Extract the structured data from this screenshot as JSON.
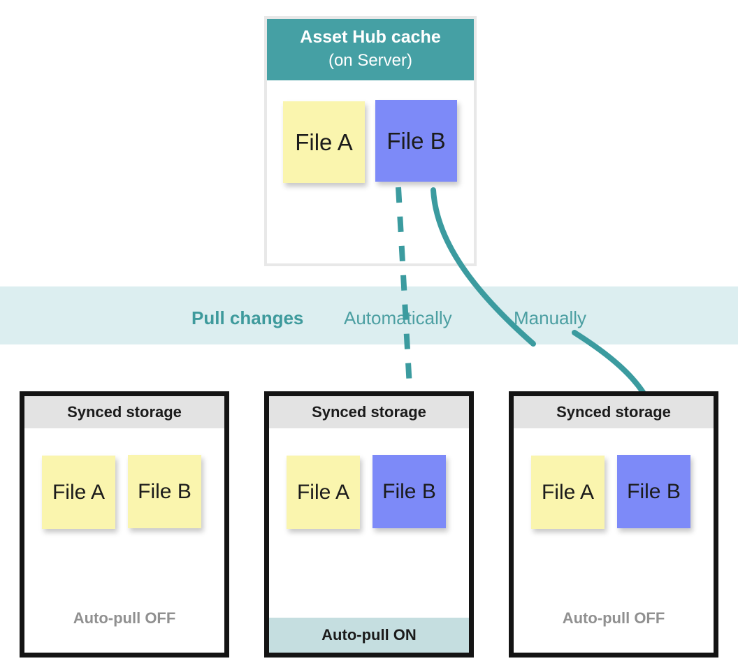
{
  "cache": {
    "title_line1": "Asset Hub cache",
    "title_line2": "(on Server)",
    "header_color": "#45a0a4",
    "notes": [
      {
        "label": "File A",
        "color": "#faf5ae"
      },
      {
        "label": "File B",
        "color": "#7d8af8"
      }
    ]
  },
  "band": {
    "title": "Pull changes",
    "mode_automatic": "Automatically",
    "mode_manual": "Manually",
    "background_color": "#dceef0",
    "text_color": "#3e9a9c"
  },
  "arrows": [
    {
      "name": "automatic-pull-arrow",
      "style": "dashed",
      "from": "cache File B",
      "to": "middle Synced storage File B",
      "color": "#3b9b9f"
    },
    {
      "name": "manual-pull-arrow",
      "style": "solid-curved",
      "from": "cache File B",
      "to": "right Synced storage File B",
      "color": "#3b9b9f"
    }
  ],
  "stores": [
    {
      "header": "Synced storage",
      "footer": "Auto-pull OFF",
      "auto_pull": "OFF",
      "notes": [
        {
          "label": "File A",
          "color": "#faf5ae"
        },
        {
          "label": "File B",
          "color": "#faf5ae"
        }
      ]
    },
    {
      "header": "Synced storage",
      "footer": "Auto-pull ON",
      "auto_pull": "ON",
      "notes": [
        {
          "label": "File A",
          "color": "#faf5ae"
        },
        {
          "label": "File B",
          "color": "#7d8af8"
        }
      ]
    },
    {
      "header": "Synced storage",
      "footer": "Auto-pull OFF",
      "auto_pull": "OFF",
      "notes": [
        {
          "label": "File A",
          "color": "#faf5ae"
        },
        {
          "label": "File B",
          "color": "#7d8af8"
        }
      ]
    }
  ]
}
